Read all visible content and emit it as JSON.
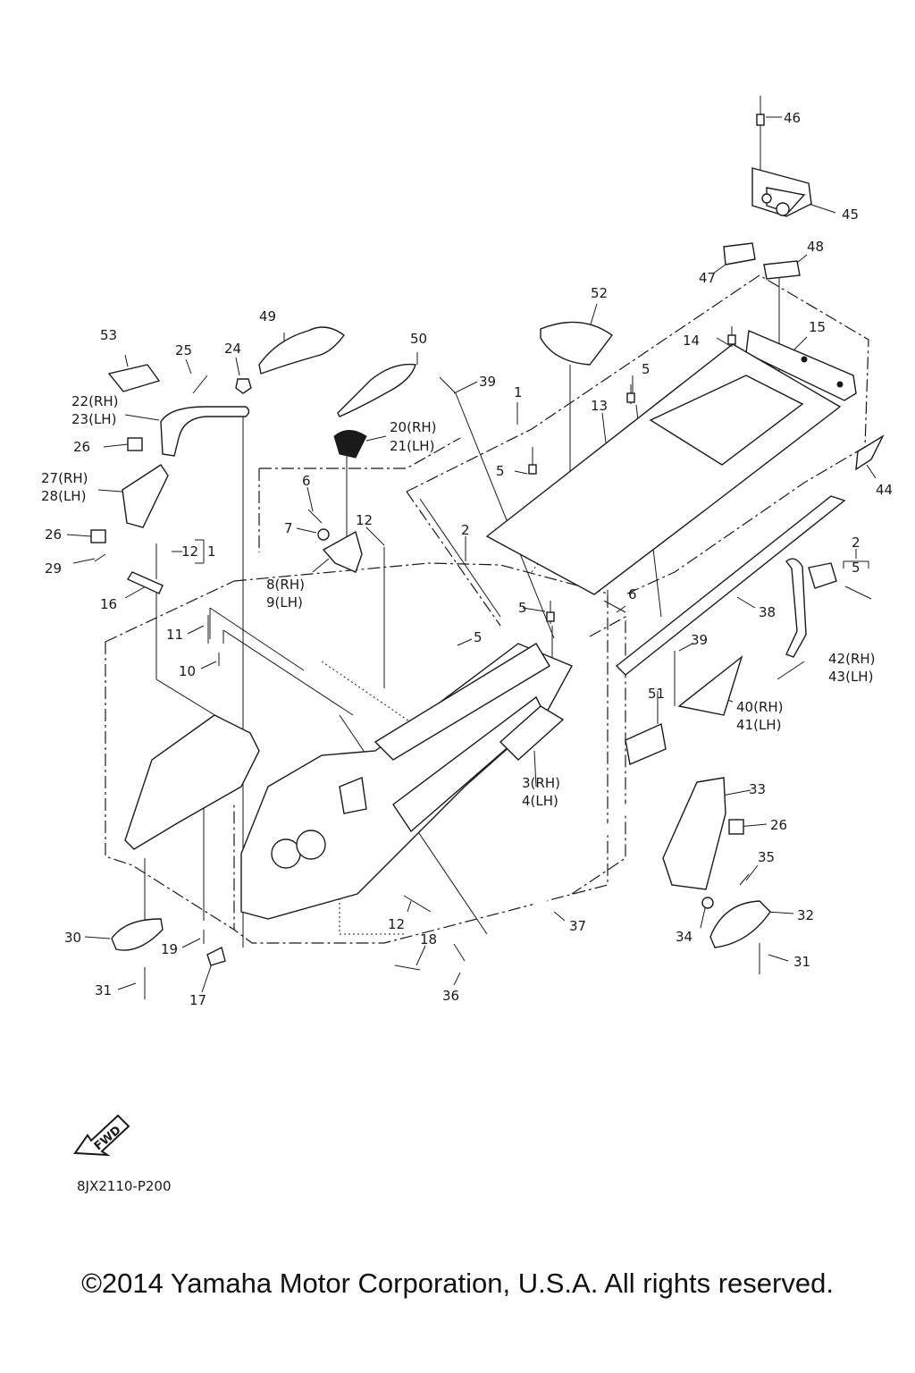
{
  "diagram": {
    "callouts": [
      {
        "id": "c46",
        "text": "46"
      },
      {
        "id": "c45",
        "text": "45"
      },
      {
        "id": "c48",
        "text": "48"
      },
      {
        "id": "c47",
        "text": "47"
      },
      {
        "id": "c52",
        "text": "52"
      },
      {
        "id": "c15",
        "text": "15"
      },
      {
        "id": "c14",
        "text": "14"
      },
      {
        "id": "c5a",
        "text": "5"
      },
      {
        "id": "c13",
        "text": "13"
      },
      {
        "id": "c1a",
        "text": "1"
      },
      {
        "id": "c39a",
        "text": "39"
      },
      {
        "id": "c49",
        "text": "49"
      },
      {
        "id": "c50",
        "text": "50"
      },
      {
        "id": "c53",
        "text": "53"
      },
      {
        "id": "c25",
        "text": "25"
      },
      {
        "id": "c24",
        "text": "24"
      },
      {
        "id": "c22",
        "text": "22(RH)"
      },
      {
        "id": "c23",
        "text": "23(LH)"
      },
      {
        "id": "c26a",
        "text": "26"
      },
      {
        "id": "c27",
        "text": "27(RH)"
      },
      {
        "id": "c28",
        "text": "28(LH)"
      },
      {
        "id": "c20",
        "text": "20(RH)"
      },
      {
        "id": "c21",
        "text": "21(LH)"
      },
      {
        "id": "c5b",
        "text": "5"
      },
      {
        "id": "c44",
        "text": "44"
      },
      {
        "id": "c6a",
        "text": "6"
      },
      {
        "id": "c7",
        "text": "7"
      },
      {
        "id": "c12a",
        "text": "12"
      },
      {
        "id": "c26b",
        "text": "26"
      },
      {
        "id": "c29",
        "text": "29"
      },
      {
        "id": "c12b",
        "text": "12"
      },
      {
        "id": "c1b",
        "text": "1"
      },
      {
        "id": "c2a",
        "text": "2"
      },
      {
        "id": "c2b",
        "text": "2"
      },
      {
        "id": "c5c",
        "text": "5"
      },
      {
        "id": "c8",
        "text": "8(RH)"
      },
      {
        "id": "c9",
        "text": "9(LH)"
      },
      {
        "id": "c16",
        "text": "16"
      },
      {
        "id": "c6b",
        "text": "6"
      },
      {
        "id": "c5d",
        "text": "5"
      },
      {
        "id": "c38",
        "text": "38"
      },
      {
        "id": "c11",
        "text": "11"
      },
      {
        "id": "c5e",
        "text": "5"
      },
      {
        "id": "c39b",
        "text": "39"
      },
      {
        "id": "c42",
        "text": "42(RH)"
      },
      {
        "id": "c43",
        "text": "43(LH)"
      },
      {
        "id": "c10",
        "text": "10"
      },
      {
        "id": "c40",
        "text": "40(RH)"
      },
      {
        "id": "c41",
        "text": "41(LH)"
      },
      {
        "id": "c51",
        "text": "51"
      },
      {
        "id": "c3",
        "text": "3(RH)"
      },
      {
        "id": "c4",
        "text": "4(LH)"
      },
      {
        "id": "c33",
        "text": "33"
      },
      {
        "id": "c26c",
        "text": "26"
      },
      {
        "id": "c35",
        "text": "35"
      },
      {
        "id": "c12c",
        "text": "12"
      },
      {
        "id": "c32",
        "text": "32"
      },
      {
        "id": "c37",
        "text": "37"
      },
      {
        "id": "c30",
        "text": "30"
      },
      {
        "id": "c18",
        "text": "18"
      },
      {
        "id": "c34",
        "text": "34"
      },
      {
        "id": "c19",
        "text": "19"
      },
      {
        "id": "c31a",
        "text": "31"
      },
      {
        "id": "c31b",
        "text": "31"
      },
      {
        "id": "c36",
        "text": "36"
      },
      {
        "id": "c17",
        "text": "17"
      }
    ],
    "fwd_label": "FWD",
    "drawing_code": "8JX2110-P200",
    "copyright": "©2014 Yamaha Motor Corporation, U.S.A. All rights reserved."
  }
}
